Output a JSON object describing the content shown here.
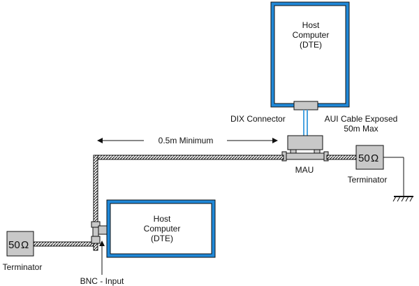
{
  "labels": {
    "host_top": [
      "Host",
      "Computer",
      "(DTE)"
    ],
    "host_bottom": [
      "Host",
      "Computer",
      "(DTE)"
    ],
    "dix_connector": "DIX Connector",
    "aui_cable": [
      "AUI Cable Exposed",
      "50m Max"
    ],
    "min_distance": "0.5m Minimum",
    "mau": "MAU",
    "terminator_right": "Terminator",
    "terminator_left": "Terminator",
    "ohm_right": "50",
    "ohm_left": "50",
    "ohm_symbol": "Ω",
    "bnc_input": "BNC - Input"
  },
  "colors": {
    "host_border": "#1f88d8",
    "device_fill": "#c8c8c8",
    "aui_cable": "#4aa3e0",
    "line": "#111111"
  }
}
